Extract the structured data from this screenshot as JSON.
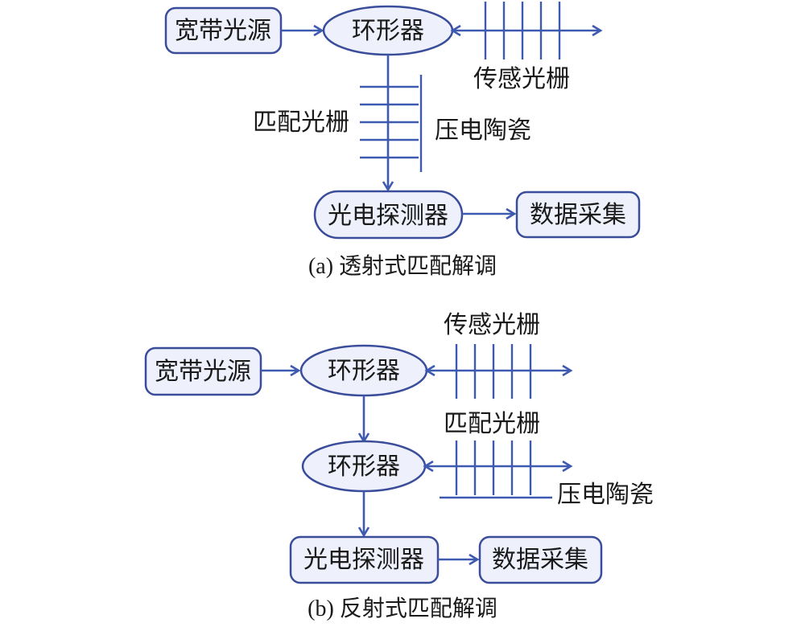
{
  "colors": {
    "line": "#3d5ab0",
    "box_stroke": "#3a4d9a",
    "box_fill": "#eef0fb",
    "text": "#1a1a1a"
  },
  "diagram_a": {
    "caption": "(a) 透射式匹配解调",
    "broadband_source": "宽带光源",
    "circulator": "环形器",
    "sensing_grating": "传感光栅",
    "matched_grating": "匹配光栅",
    "piezo_ceramic": "压电陶瓷",
    "photodetector": "光电探测器",
    "data_acquisition": "数据采集"
  },
  "diagram_b": {
    "caption": "(b) 反射式匹配解调",
    "broadband_source": "宽带光源",
    "circulator_1": "环形器",
    "circulator_2": "环形器",
    "sensing_grating": "传感光栅",
    "matched_grating": "匹配光栅",
    "piezo_ceramic": "压电陶瓷",
    "photodetector": "光电探测器",
    "data_acquisition": "数据采集"
  }
}
